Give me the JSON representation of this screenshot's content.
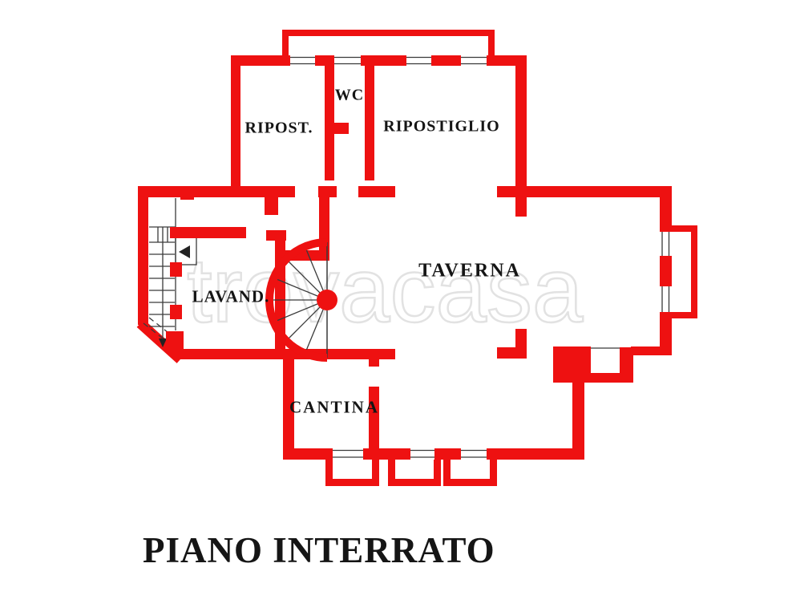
{
  "plan": {
    "title": "PIANO INTERRATO",
    "watermark": "trovacasa",
    "rooms": [
      {
        "id": "ripost",
        "label": "RIPOST."
      },
      {
        "id": "wc",
        "label": "WC"
      },
      {
        "id": "ripostiglio",
        "label": "RIPOSTIGLIO"
      },
      {
        "id": "taverna",
        "label": "TAVERNA"
      },
      {
        "id": "lavand",
        "label": "LAVAND."
      },
      {
        "id": "cantina",
        "label": "CANTINA"
      }
    ],
    "colors": {
      "wall": "#ee1111",
      "ink": "#151515",
      "watermark": "#e2e2e2",
      "background": "#ffffff"
    }
  }
}
